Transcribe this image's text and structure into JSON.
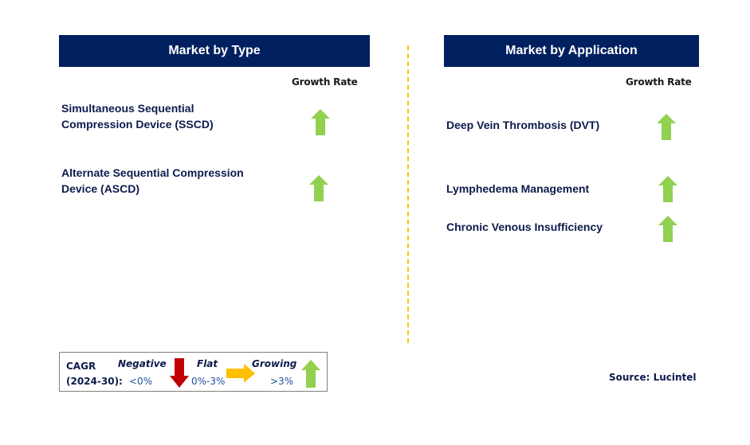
{
  "colors": {
    "header_bg": "#002060",
    "header_text": "#ffffff",
    "item_text": "#0d1b4c",
    "growing_arrow": "#92d050",
    "negative_arrow": "#c00000",
    "flat_arrow": "#ffc000",
    "divider": "#ffc000"
  },
  "left_panel": {
    "title": "Market by Type",
    "growth_rate_label": "Growth Rate",
    "items": [
      {
        "line1": "Simultaneous Sequential",
        "line2": "Compression Device (SSCD)",
        "trend": "growing",
        "icon": "arrow-up-icon"
      },
      {
        "line1": "Alternate Sequential Compression",
        "line2": "Device (ASCD)",
        "trend": "growing",
        "icon": "arrow-up-icon"
      }
    ]
  },
  "right_panel": {
    "title": "Market by Application",
    "growth_rate_label": "Growth Rate",
    "items": [
      {
        "label": "Deep Vein Thrombosis (DVT)",
        "trend": "growing",
        "icon": "arrow-up-icon"
      },
      {
        "label": "Lymphedema Management",
        "trend": "growing",
        "icon": "arrow-up-icon"
      },
      {
        "label": "Chronic Venous Insufficiency",
        "trend": "growing",
        "icon": "arrow-up-icon"
      }
    ]
  },
  "legend": {
    "cagr_line1": "CAGR",
    "cagr_line2": "(2024-30):",
    "negative": {
      "label": "Negative",
      "range": "<0%",
      "icon": "arrow-down-icon"
    },
    "flat": {
      "label": "Flat",
      "range": "0%-3%",
      "icon": "arrow-right-icon"
    },
    "growing": {
      "label": "Growing",
      "range": ">3%",
      "icon": "arrow-up-icon"
    }
  },
  "source": "Source: Lucintel"
}
